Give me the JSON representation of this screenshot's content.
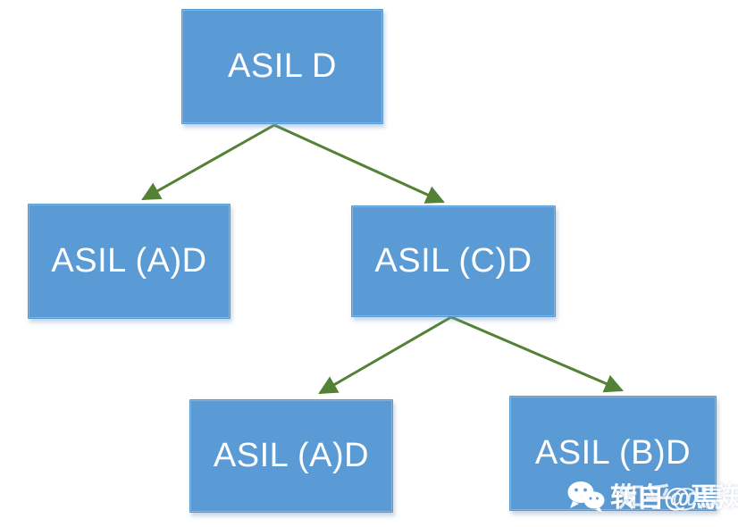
{
  "diagram": {
    "type": "tree",
    "nodes": [
      {
        "id": "root",
        "label": "ASIL D"
      },
      {
        "id": "mid-left",
        "label": "ASIL (A)D"
      },
      {
        "id": "mid-right",
        "label": "ASIL (C)D"
      },
      {
        "id": "bottom-left",
        "label": "ASIL (A)D"
      },
      {
        "id": "bottom-right",
        "label": "ASIL (B)D"
      }
    ],
    "edges": [
      {
        "from": "root",
        "to": "mid-left"
      },
      {
        "from": "root",
        "to": "mid-right"
      },
      {
        "from": "mid-right",
        "to": "bottom-left"
      },
      {
        "from": "mid-right",
        "to": "bottom-right"
      }
    ],
    "colors": {
      "node_fill": "#5B9BD5",
      "node_text": "#FFFFFF",
      "arrow": "#538135",
      "background": "#FFFFFF"
    }
  },
  "watermark": {
    "icon": "wechat-icon",
    "text_primary": "转自@焉知",
    "text_secondary": "知乎@焉知"
  }
}
